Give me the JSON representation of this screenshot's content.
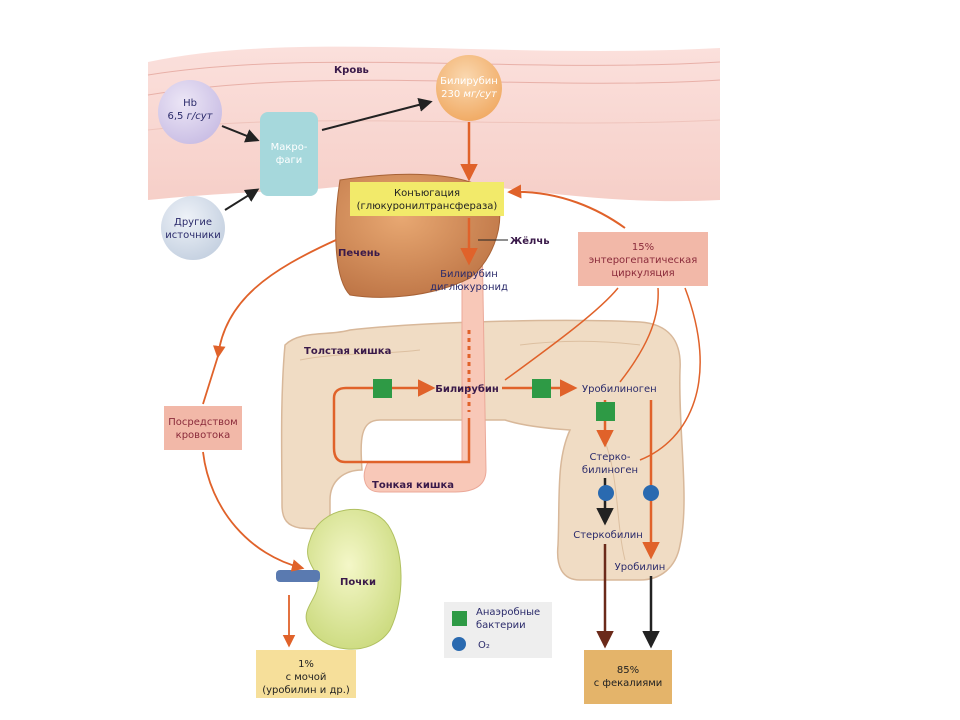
{
  "labels": {
    "blood": "Кровь",
    "hb_line1": "Hb",
    "hb_line2": "6,5",
    "hb_unit": "г/сут",
    "macro_line1": "Макро-",
    "macro_line2": "фаги",
    "other_line1": "Другие",
    "other_line2": "источники",
    "bili_blood_line1": "Билирубин",
    "bili_blood_line2": "230",
    "bili_blood_unit": "мг/сут",
    "conj_line1": "Конъюгация",
    "conj_line2": "(глюкуронилтрансфераза)",
    "liver": "Печень",
    "bile": "Жёлчь",
    "diglu_line1": "Билирубин",
    "diglu_line2": "диглюкуронид",
    "entero_line1": "15%",
    "entero_line2": "энтерогепатическая",
    "entero_line3": "циркуляция",
    "colon": "Толстая кишка",
    "bili_gut": "Билирубин",
    "urobilinogen": "Уробилиноген",
    "sterco_line1": "Стерко-",
    "sterco_line2": "билиноген",
    "stercobilin": "Стеркобилин",
    "urobilin": "Уробилин",
    "small_int": "Тонкая кишка",
    "bloodflow_line1": "Посредством",
    "bloodflow_line2": "кровотока",
    "kidneys": "Почки",
    "urine_line1": "1%",
    "urine_line2": "с мочой",
    "urine_line3": "(уробилин и др.)",
    "feces_line1": "85%",
    "feces_line2": "с фекалиями"
  },
  "legend": {
    "bacteria_line1": "Анаэробные",
    "bacteria_line2": "бактерии",
    "oxygen": "O₂"
  },
  "colors": {
    "arrow_orange": "#e0622a",
    "arrow_black": "#222222",
    "arrow_brown": "#6b2a1a",
    "bacteria": "#2e9a45",
    "oxygen": "#2a6ab0",
    "conj_box": "#f2ea6a",
    "entero_box": "#f2b8a8",
    "urine_box": "#f6df9a",
    "feces_box": "#e4b46a"
  }
}
